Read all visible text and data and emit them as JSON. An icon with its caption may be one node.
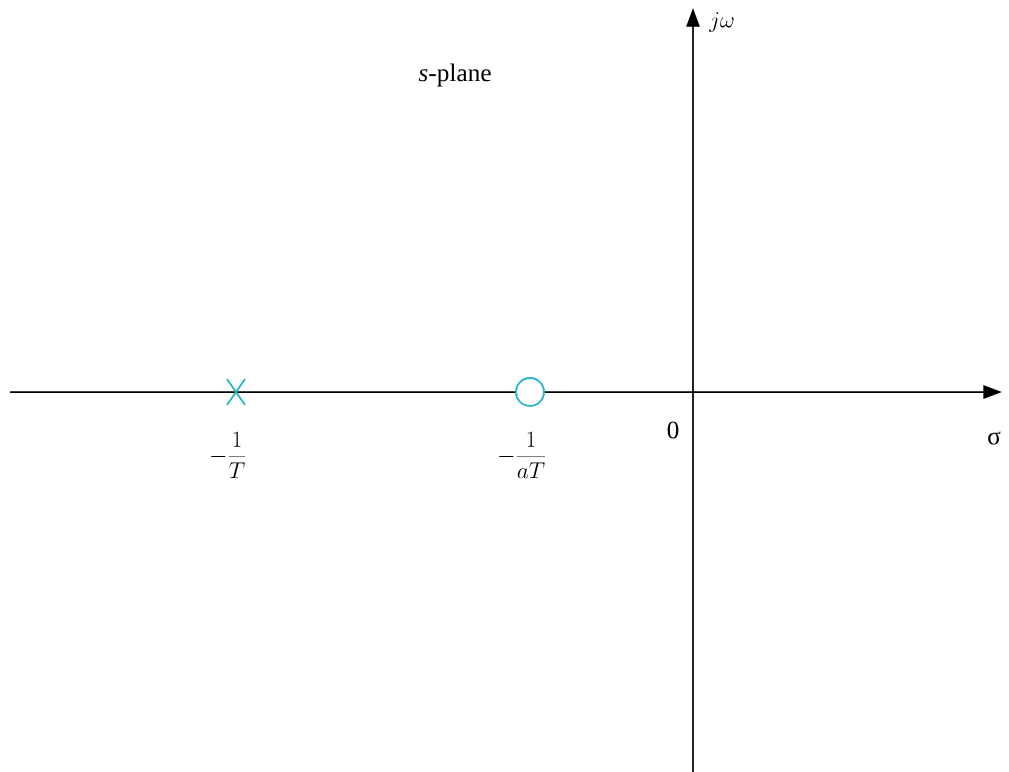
{
  "diagram": {
    "labels": [
      "j\\omega",
      "*s*-plane",
      "0",
      "σ",
      "-\\frac{1}{T}",
      "-\\frac{1}{aT}"
    ]
  }
}
